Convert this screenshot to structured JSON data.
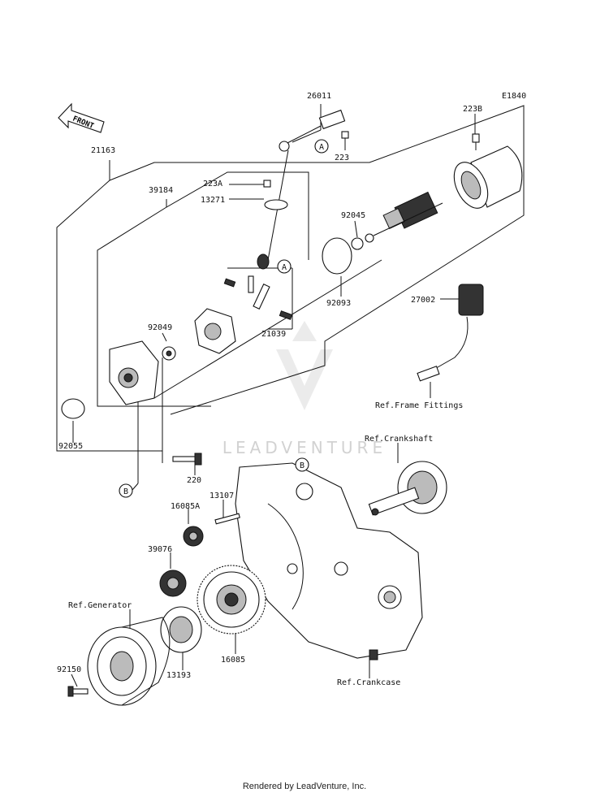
{
  "diagram_code": "E1840",
  "front_marker": "FRONT",
  "watermark": "LEADVENTURE",
  "callouts": {
    "a1": "A",
    "a2": "A",
    "b1": "B",
    "b2": "B"
  },
  "part_labels": {
    "p26011": "26011",
    "p223b": "223B",
    "p223": "223",
    "p21163": "21163",
    "p39184": "39184",
    "p223a": "223A",
    "p13271": "13271",
    "p92045": "92045",
    "p92093": "92093",
    "p27002": "27002",
    "p92049": "92049",
    "p21039": "21039",
    "p92055": "92055",
    "p220": "220",
    "p13107": "13107",
    "p16085a": "16085A",
    "p39076": "39076",
    "p16085": "16085",
    "p13193": "13193",
    "p92150": "92150"
  },
  "references": {
    "frame_fittings": "Ref.Frame Fittings",
    "crankshaft": "Ref.Crankshaft",
    "generator": "Ref.Generator",
    "crankcase": "Ref.Crankcase"
  },
  "footer": "Rendered by LeadVenture, Inc."
}
